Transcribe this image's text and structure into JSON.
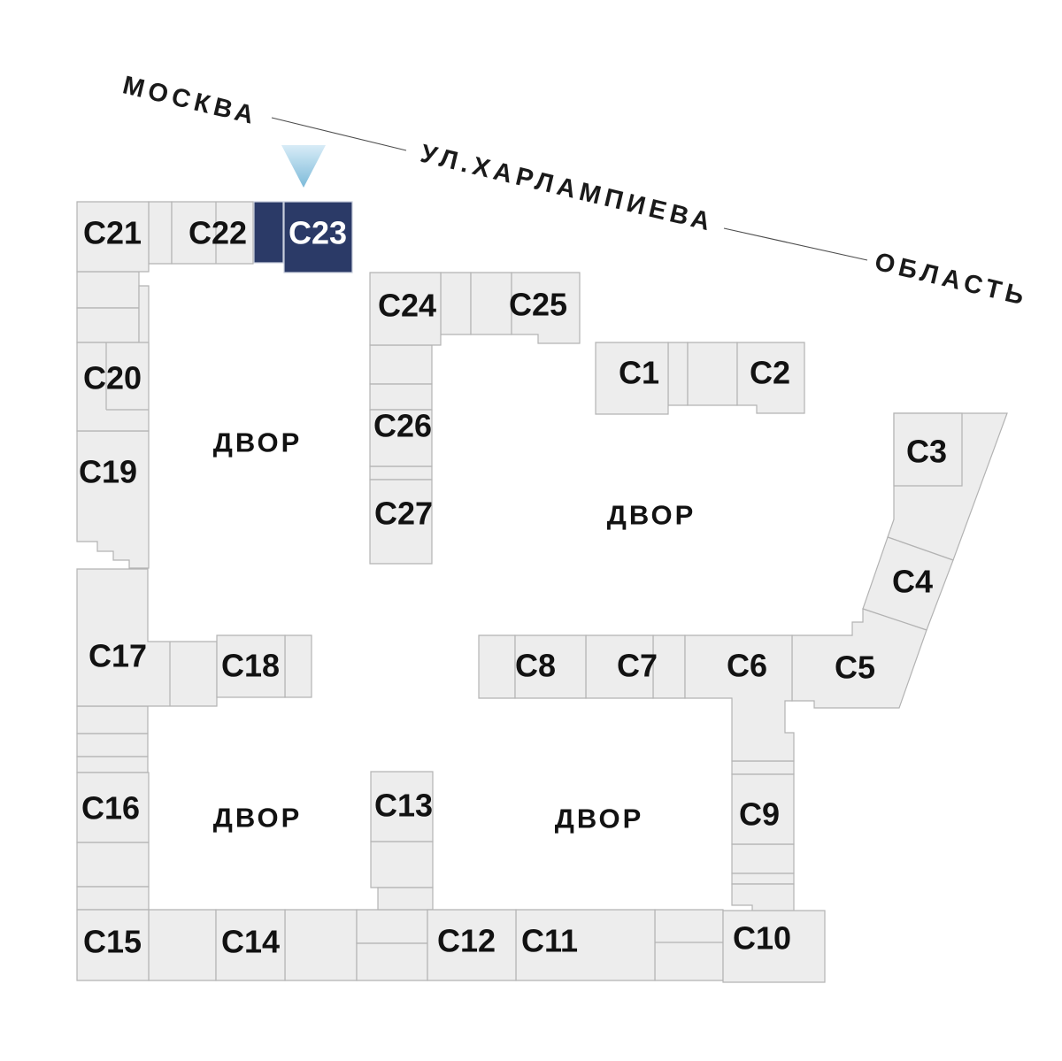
{
  "map": {
    "streets": {
      "left_direction": "МОСКВА",
      "street_name": "УЛ.ХАРЛАМПИЕВА",
      "right_direction": "ОБЛАСТЬ"
    },
    "courtyards": [
      "ДВОР",
      "ДВОР",
      "ДВОР",
      "ДВОР"
    ],
    "selected_building": "С23",
    "colors": {
      "building_fill": "#ededed",
      "building_border": "#b3b3b3",
      "selected_fill": "#2b3a67",
      "selected_border": "#c9cfdd",
      "selected_text": "#ffffff",
      "label_text": "#121212",
      "street_text": "#1a1a1a",
      "guide_line": "#4d4d4d",
      "arrow_top": "#d8ecf7",
      "arrow_bottom": "#7cbad9",
      "page_bg": "#ffffff"
    },
    "buildings": {
      "c1": {
        "label": "С1"
      },
      "c2": {
        "label": "С2"
      },
      "c3": {
        "label": "С3"
      },
      "c4": {
        "label": "С4"
      },
      "c5": {
        "label": "С5"
      },
      "c6": {
        "label": "С6"
      },
      "c7": {
        "label": "С7"
      },
      "c8": {
        "label": "С8"
      },
      "c9": {
        "label": "С9"
      },
      "c10": {
        "label": "С10"
      },
      "c11": {
        "label": "С11"
      },
      "c12": {
        "label": "С12"
      },
      "c13": {
        "label": "С13"
      },
      "c14": {
        "label": "С14"
      },
      "c15": {
        "label": "С15"
      },
      "c16": {
        "label": "С16"
      },
      "c17": {
        "label": "С17"
      },
      "c18": {
        "label": "С18"
      },
      "c19": {
        "label": "С19"
      },
      "c20": {
        "label": "С20"
      },
      "c21": {
        "label": "С21"
      },
      "c22": {
        "label": "С22"
      },
      "c23": {
        "label": "С23"
      },
      "c24": {
        "label": "С24"
      },
      "c25": {
        "label": "С25"
      },
      "c26": {
        "label": "С26"
      },
      "c27": {
        "label": "С27"
      }
    }
  }
}
